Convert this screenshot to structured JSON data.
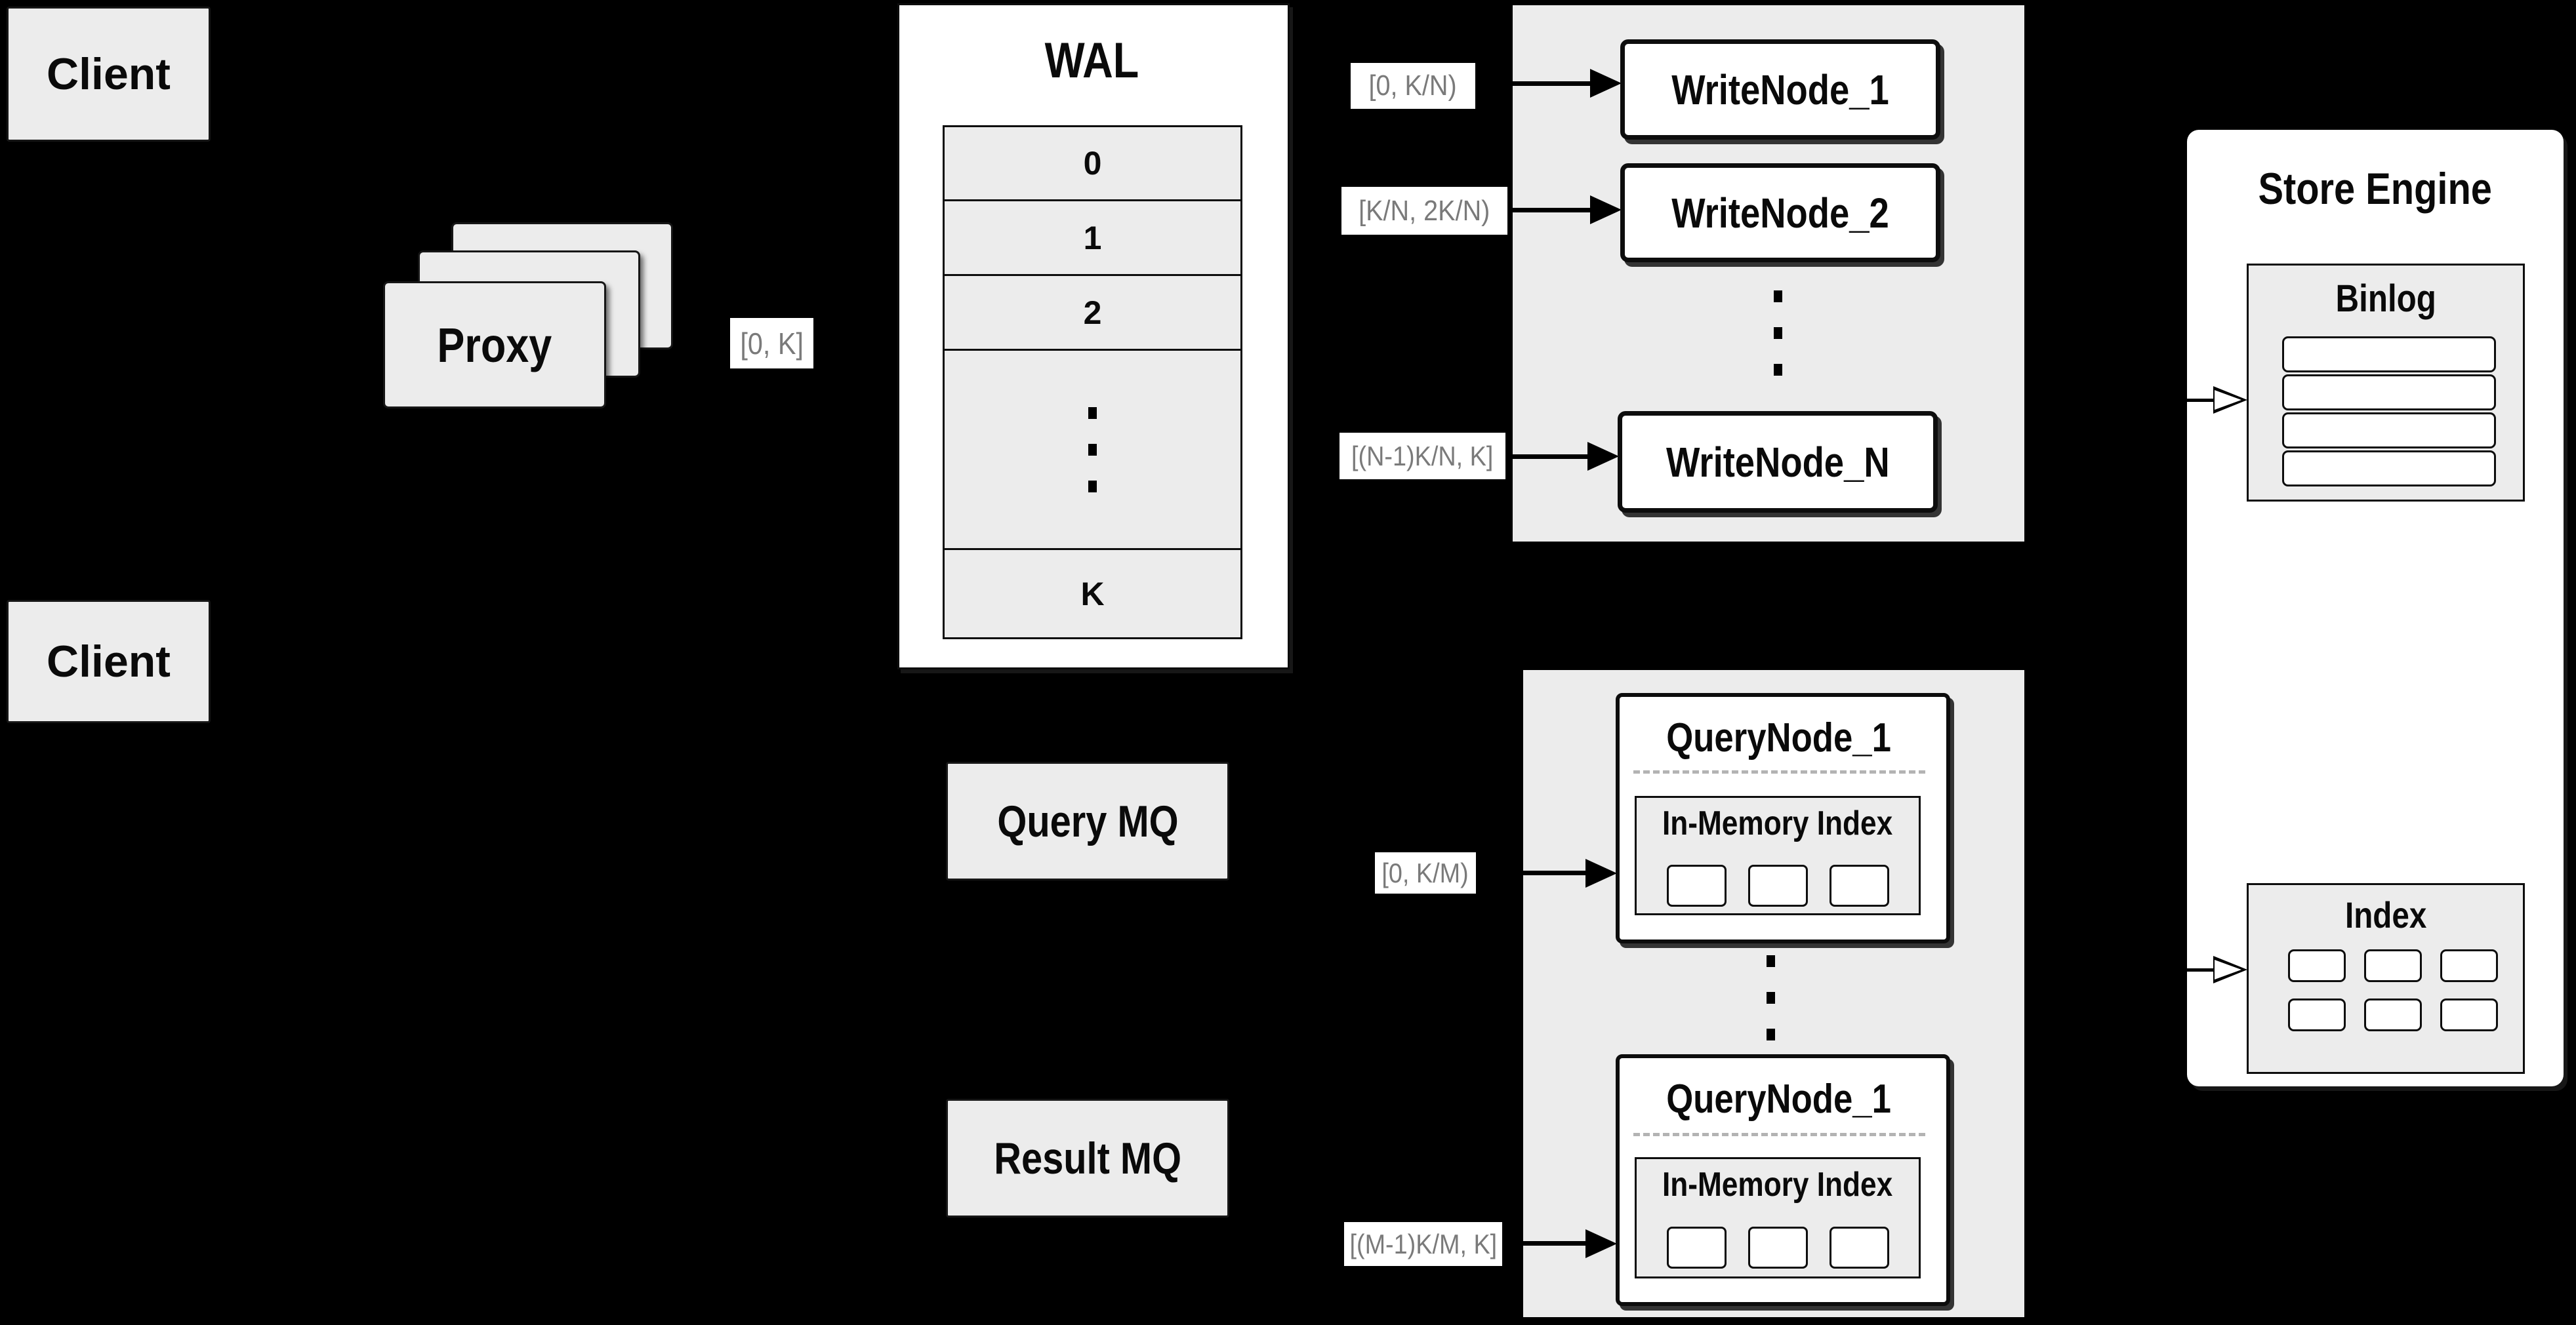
{
  "palette": {
    "background": "#000000",
    "box_fill": "#ececec",
    "node_fill": "#ffffff",
    "border": "#0d0d0d",
    "label_text": "#7a7a7a",
    "dash": "#b3b3b3"
  },
  "clients": {
    "top_label": "Client",
    "bottom_label": "Client"
  },
  "proxy": {
    "label": "Proxy"
  },
  "ranges": {
    "proxy_out": "[0, K]",
    "write_1": "[0, K/N)",
    "write_2": "[K/N, 2K/N)",
    "write_n": "[(N-1)K/N, K]",
    "query_1": "[0, K/M)",
    "query_2": "[(M-1)K/M, K]"
  },
  "wal": {
    "title": "WAL",
    "rows": [
      "0",
      "1",
      "2",
      "K"
    ]
  },
  "write_nodes": {
    "node_1": "WriteNode_1",
    "node_2": "WriteNode_2",
    "node_n": "WriteNode_N"
  },
  "store_engine": {
    "title": "Store Engine",
    "binlog_title": "Binlog",
    "index_title": "Index"
  },
  "mq": {
    "query_label": "Query MQ",
    "result_label": "Result MQ"
  },
  "query_nodes": {
    "top_title": "QueryNode_1",
    "bottom_title": "QueryNode_1",
    "in_memory_label": "In-Memory Index"
  }
}
